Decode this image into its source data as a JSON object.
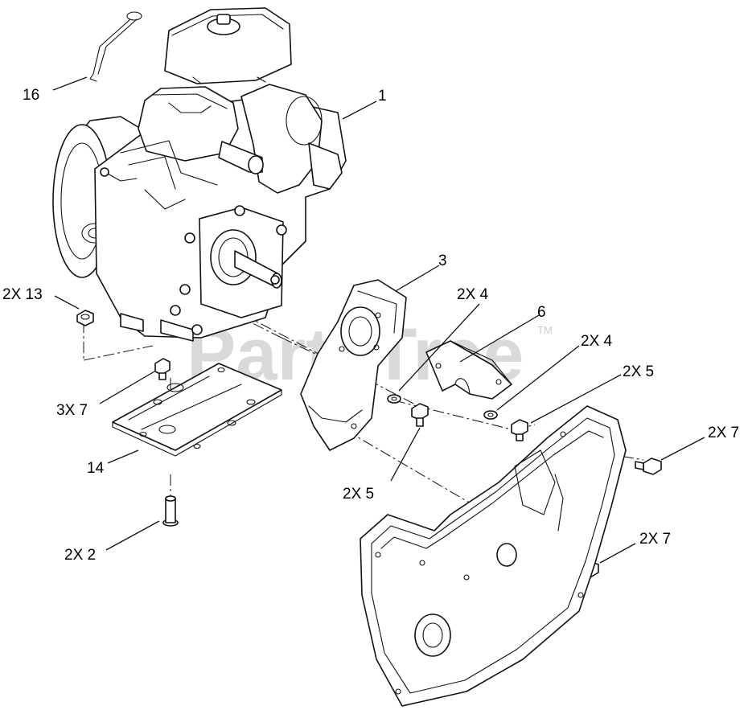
{
  "watermark": {
    "text": "PartsTree",
    "trademark": "TM"
  },
  "callouts": [
    {
      "id": "c16",
      "text": "16"
    },
    {
      "id": "c1",
      "text": "1"
    },
    {
      "id": "c13",
      "text": "2X 13"
    },
    {
      "id": "c3",
      "text": "3"
    },
    {
      "id": "c4a",
      "text": "2X 4"
    },
    {
      "id": "c6",
      "text": "6"
    },
    {
      "id": "c4b",
      "text": "2X 4"
    },
    {
      "id": "c5a",
      "text": "2X 5"
    },
    {
      "id": "c7a",
      "text": "3X 7"
    },
    {
      "id": "c14",
      "text": "14"
    },
    {
      "id": "c5b",
      "text": "2X 5"
    },
    {
      "id": "c7b",
      "text": "2X 7"
    },
    {
      "id": "c2",
      "text": "2X 2"
    },
    {
      "id": "c7c",
      "text": "2X 7"
    }
  ]
}
